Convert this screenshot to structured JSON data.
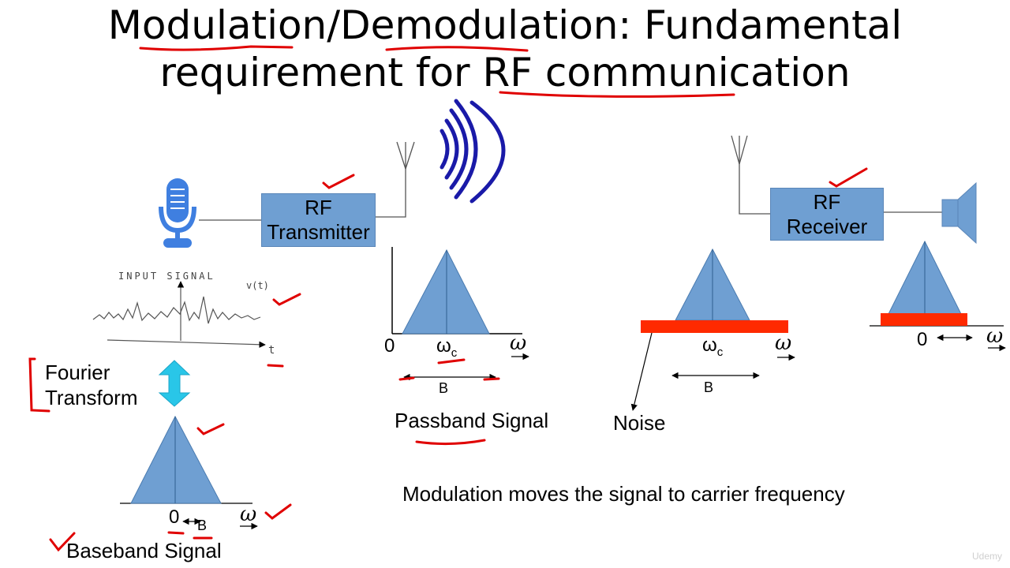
{
  "title": {
    "line1": "Modulation/Demodulation: Fundamental",
    "line2": "requirement for RF communication"
  },
  "transmitter": {
    "line1": "RF",
    "line2": "Transmitter"
  },
  "receiver": {
    "line1": "RF",
    "line2": "Receiver"
  },
  "input_signal": {
    "label": "INPUT SIGNAL",
    "vt": "v(t)",
    "t_axis": "t"
  },
  "fourier": {
    "line1": "Fourier",
    "line2": "Transform"
  },
  "baseband": {
    "label": "Baseband Signal",
    "zero": "0",
    "bandwidth": "B",
    "omega": "ω"
  },
  "passband": {
    "label": "Passband Signal",
    "zero": "0",
    "carrier": "ω",
    "carrier_sub": "c",
    "bandwidth": "B",
    "omega": "ω"
  },
  "received": {
    "carrier": "ω",
    "carrier_sub": "c",
    "bandwidth": "B",
    "omega": "ω",
    "noise": "Noise"
  },
  "output": {
    "zero": "0",
    "omega": "ω"
  },
  "caption": "Modulation moves the signal to carrier frequency",
  "watermark": "Udemy",
  "colors": {
    "block": "#6f9fd2",
    "noise": "#ff2a00",
    "annotation": "#e00000",
    "arrow": "#29c6e8",
    "waves": "#1a1aa8"
  }
}
